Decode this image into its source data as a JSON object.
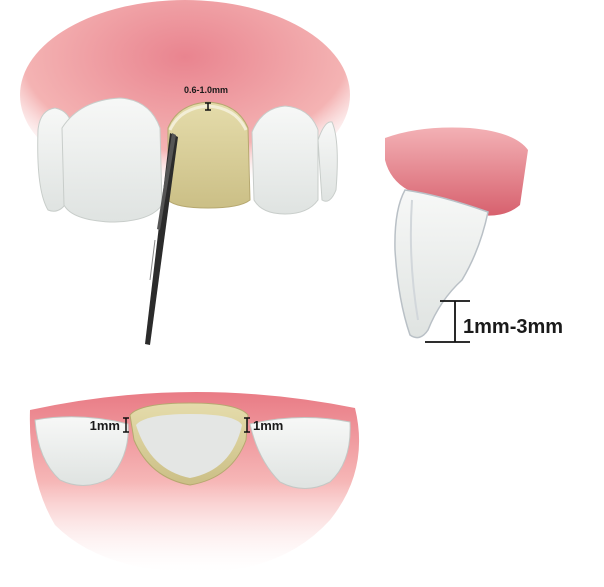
{
  "labels": {
    "front_reduction": "0.6-1.0mm",
    "side_reduction": "1mm-3mm",
    "occlusal_left": "1mm",
    "occlusal_right": "1mm"
  },
  "colors": {
    "gum": "#f2a3a3",
    "gum_dark": "#e36b78",
    "enamel": "#eef0ee",
    "prepared": "#d9cf9c",
    "instrument": "#2b2b2b"
  }
}
